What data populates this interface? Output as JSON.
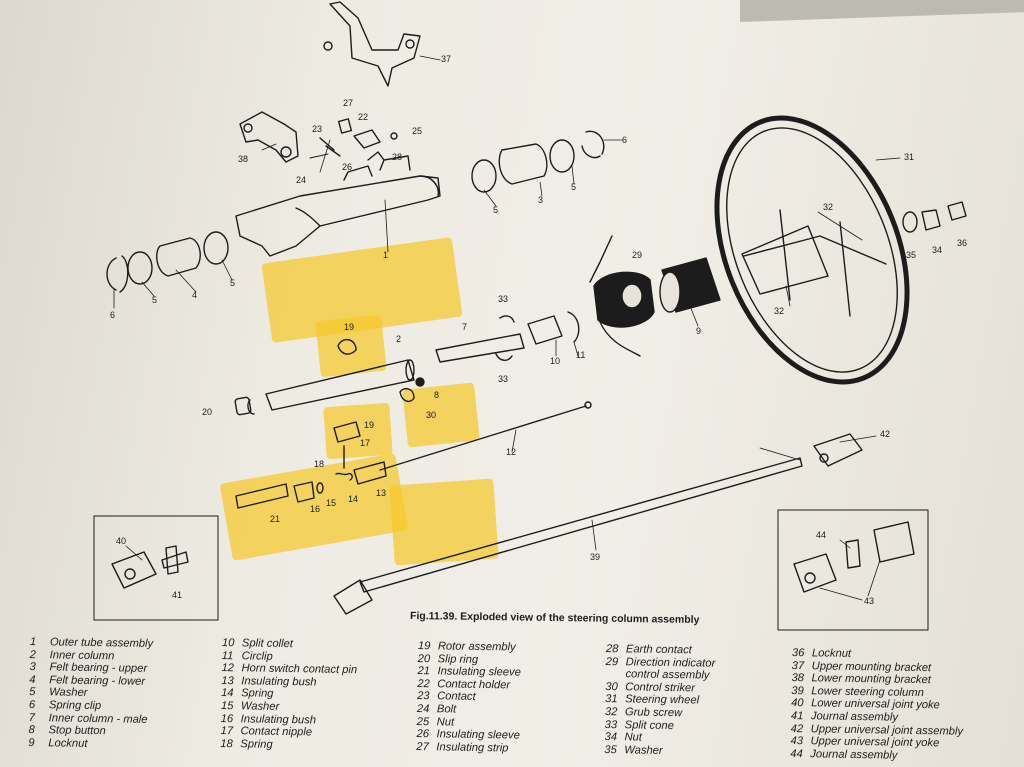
{
  "caption": "Fig.11.39. Exploded view of the steering column assembly",
  "callouts": {
    "c1": "1",
    "c2": "2",
    "c3": "3",
    "c4": "4",
    "c5a": "5",
    "c5b": "5",
    "c5c": "5",
    "c5d": "5",
    "c6a": "6",
    "c6b": "6",
    "c7": "7",
    "c8": "8",
    "c9": "9",
    "c10": "10",
    "c11": "11",
    "c12": "12",
    "c13": "13",
    "c14": "14",
    "c15": "15",
    "c16": "16",
    "c17": "17",
    "c18": "18",
    "c19a": "19",
    "c19b": "19",
    "c20": "20",
    "c21": "21",
    "c22": "22",
    "c23": "23",
    "c24": "24",
    "c25": "25",
    "c26": "26",
    "c27": "27",
    "c28": "28",
    "c29": "29",
    "c30": "30",
    "c31": "31",
    "c32a": "32",
    "c32b": "32",
    "c33a": "33",
    "c33b": "33",
    "c34": "34",
    "c35": "35",
    "c36": "36",
    "c37": "37",
    "c38": "38",
    "c39": "39",
    "c40": "40",
    "c41": "41",
    "c42": "42",
    "c43": "43",
    "c44": "44"
  },
  "legend": {
    "col1": [
      {
        "num": "1",
        "label": "Outer tube assembly"
      },
      {
        "num": "2",
        "label": "Inner column"
      },
      {
        "num": "3",
        "label": "Felt bearing - upper"
      },
      {
        "num": "4",
        "label": "Felt bearing - lower"
      },
      {
        "num": "5",
        "label": "Washer"
      },
      {
        "num": "6",
        "label": "Spring clip"
      },
      {
        "num": "7",
        "label": "Inner column - male"
      },
      {
        "num": "8",
        "label": "Stop button"
      },
      {
        "num": "9",
        "label": "Locknut"
      }
    ],
    "col2": [
      {
        "num": "10",
        "label": "Split collet"
      },
      {
        "num": "11",
        "label": "Circlip"
      },
      {
        "num": "12",
        "label": "Horn switch contact pin"
      },
      {
        "num": "13",
        "label": "Insulating bush"
      },
      {
        "num": "14",
        "label": "Spring"
      },
      {
        "num": "15",
        "label": "Washer"
      },
      {
        "num": "16",
        "label": "Insulating bush"
      },
      {
        "num": "17",
        "label": "Contact nipple"
      },
      {
        "num": "18",
        "label": "Spring"
      }
    ],
    "col3": [
      {
        "num": "19",
        "label": "Rotor assembly"
      },
      {
        "num": "20",
        "label": "Slip ring"
      },
      {
        "num": "21",
        "label": "Insulating sleeve"
      },
      {
        "num": "22",
        "label": "Contact holder"
      },
      {
        "num": "23",
        "label": "Contact"
      },
      {
        "num": "24",
        "label": "Bolt"
      },
      {
        "num": "25",
        "label": "Nut"
      },
      {
        "num": "26",
        "label": "Insulating sleeve"
      },
      {
        "num": "27",
        "label": "Insulating strip"
      }
    ],
    "col4": [
      {
        "num": "28",
        "label": "Earth contact"
      },
      {
        "num": "29",
        "label": "Direction indicator"
      },
      {
        "num": "",
        "label": "control assembly"
      },
      {
        "num": "30",
        "label": "Control striker"
      },
      {
        "num": "31",
        "label": "Steering wheel"
      },
      {
        "num": "32",
        "label": "Grub screw"
      },
      {
        "num": "33",
        "label": "Split cone"
      },
      {
        "num": "34",
        "label": "Nut"
      },
      {
        "num": "35",
        "label": "Washer"
      }
    ],
    "col5": [
      {
        "num": "36",
        "label": "Locknut"
      },
      {
        "num": "37",
        "label": "Upper mounting bracket"
      },
      {
        "num": "38",
        "label": "Lower mounting bracket"
      },
      {
        "num": "39",
        "label": "Lower steering column"
      },
      {
        "num": "40",
        "label": "Lower universal joint yoke"
      },
      {
        "num": "41",
        "label": "Journal assembly"
      },
      {
        "num": "42",
        "label": "Upper universal joint assembly"
      },
      {
        "num": "43",
        "label": "Upper universal joint yoke"
      },
      {
        "num": "44",
        "label": "Journal assembly"
      }
    ]
  },
  "colors": {
    "ink": "#1c1c1c",
    "highlighter": "#f5c829",
    "paper": "#eeebe3"
  }
}
